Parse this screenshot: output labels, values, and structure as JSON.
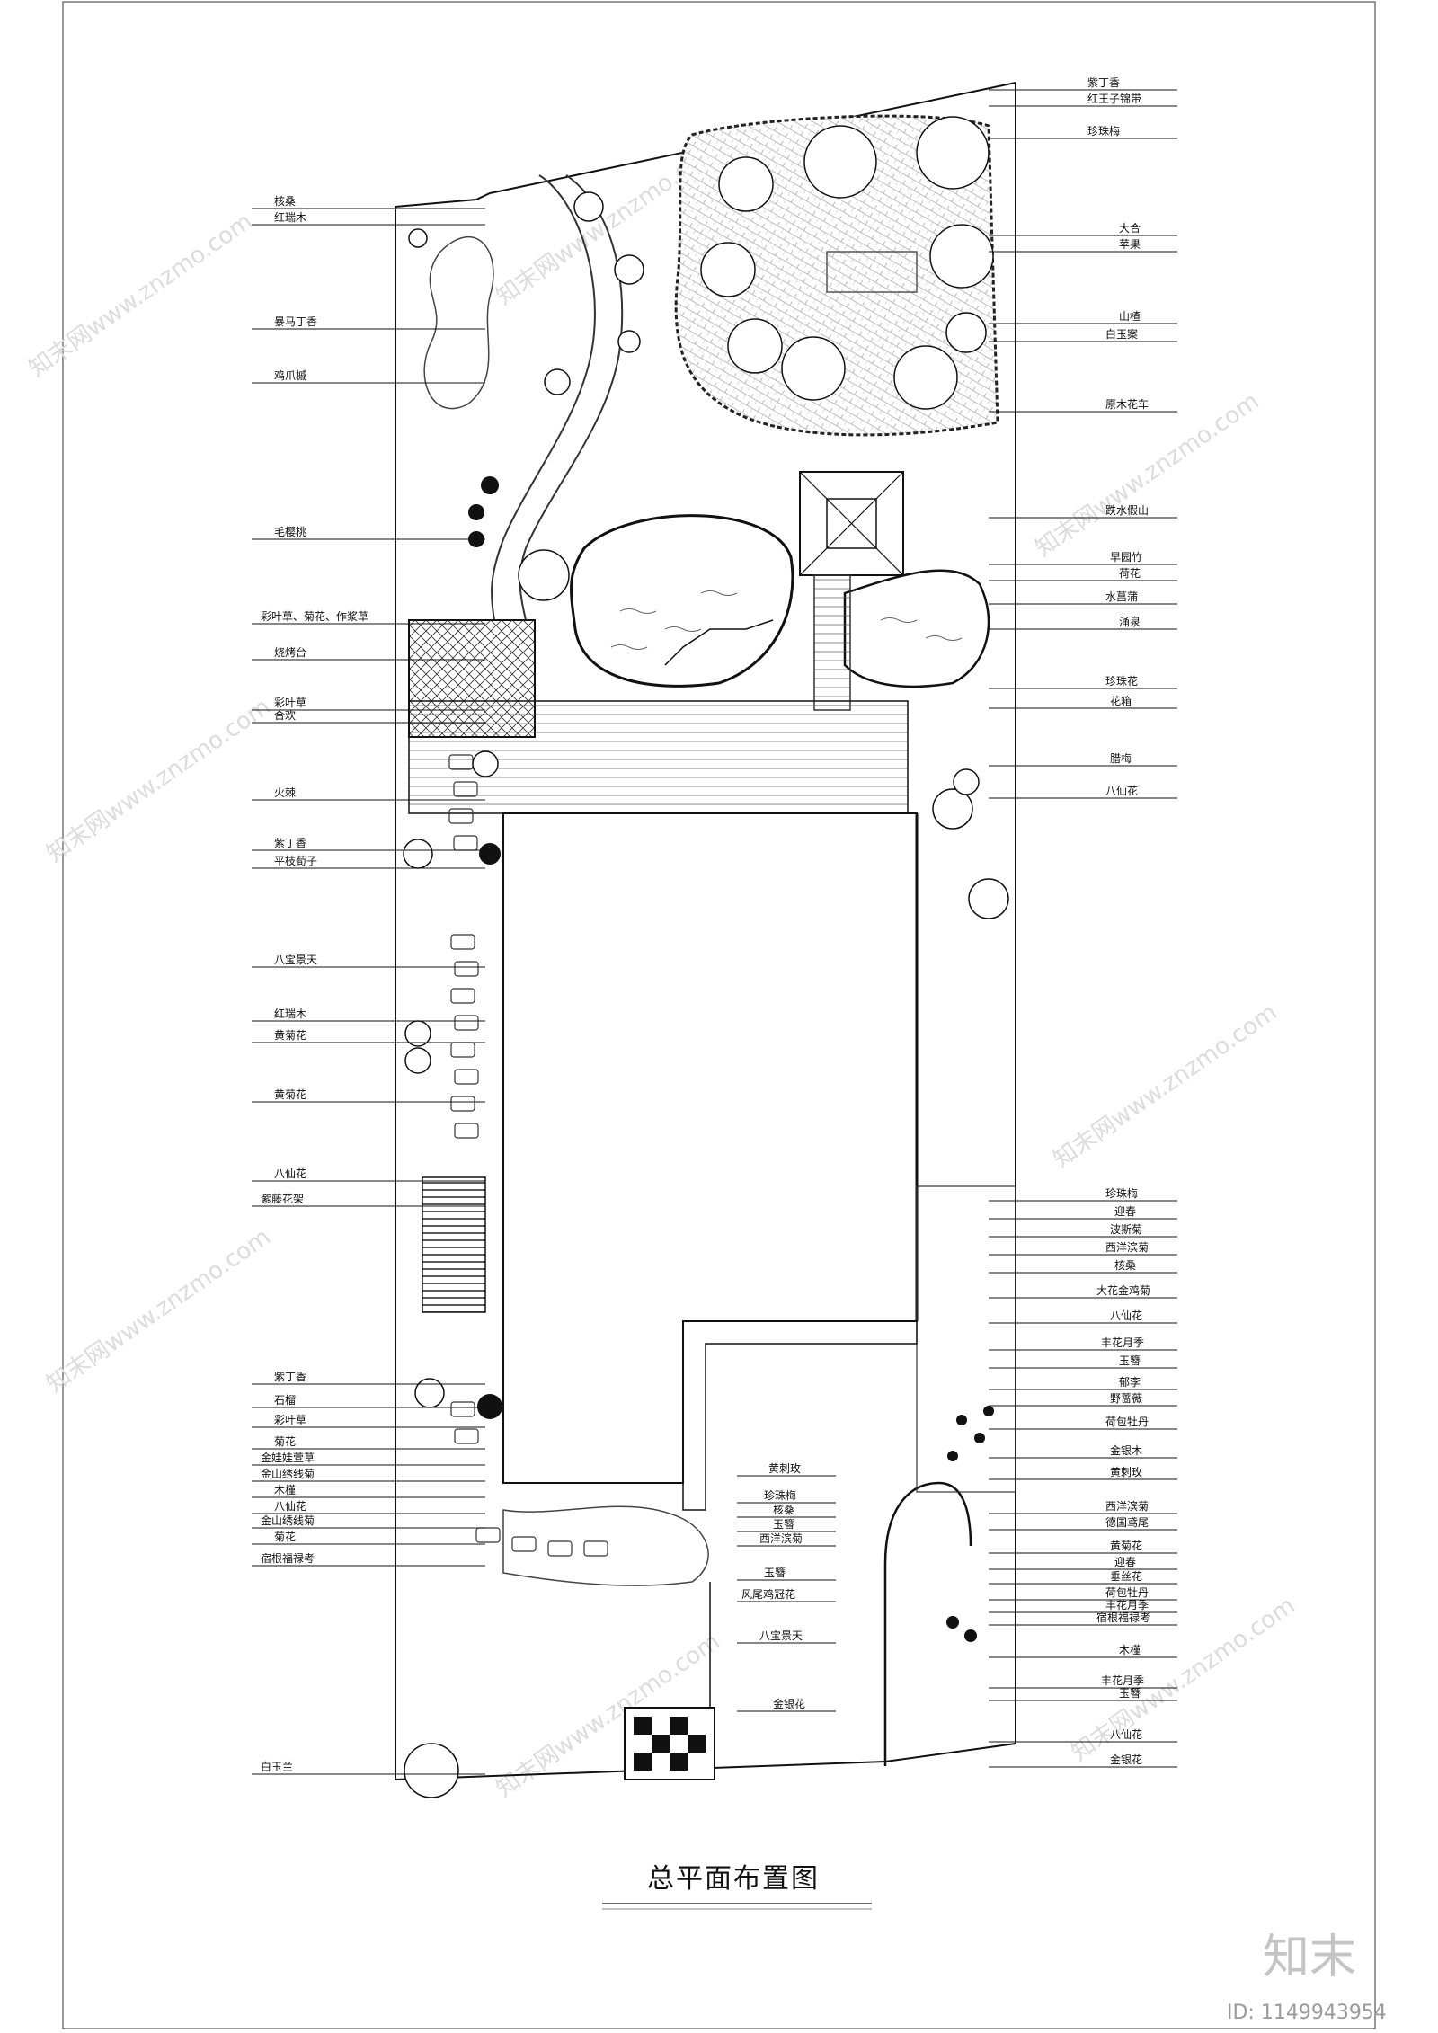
{
  "title": "总平面布置图",
  "id_label": "ID: 1149943954",
  "logo_text": "知末",
  "watermark_text": "知末网www.znzmo.com",
  "labels_left": [
    "核桑",
    "红瑞木",
    "暴马丁香",
    "鸡爪槭",
    "毛樱桃",
    "彩叶草、菊花、作浆草",
    "烧烤台",
    "彩叶草",
    "合欢",
    "火棘",
    "紫丁香",
    "平枝荀子",
    "八宝景天",
    "红瑞木",
    "黄菊花",
    "黄菊花",
    "八仙花",
    "紫藤花架",
    "紫丁香",
    "石榴",
    "彩叶草",
    "菊花",
    "金娃娃萱草",
    "金山绣线菊",
    "木槿",
    "八仙花",
    "金山绣线菊",
    "菊花",
    "宿根福禄考",
    "白玉兰"
  ],
  "labels_right_top": [
    "紫丁香",
    "红王子锦带",
    "珍珠梅",
    "大合",
    "苹果",
    "山楂",
    "白玉案",
    "原木花车",
    "跌水假山",
    "早园竹",
    "荷花",
    "水菖蒲",
    "涌泉",
    "珍珠花",
    "花箱",
    "腊梅",
    "八仙花"
  ],
  "labels_right_bottom": [
    "珍珠梅",
    "迎春",
    "波斯菊",
    "西洋滨菊",
    "核桑",
    "大花金鸡菊",
    "八仙花",
    "丰花月季",
    "玉簪",
    "郁李",
    "野蔷薇",
    "荷包牡丹",
    "金银木",
    "黄刺玫",
    "西洋滨菊",
    "德国鸢尾",
    "黄菊花",
    "迎春",
    "垂丝花",
    "荷包牡丹",
    "丰花月季",
    "宿根福禄考",
    "木槿",
    "丰花月季",
    "玉簪",
    "八仙花",
    "金银花"
  ],
  "labels_center": [
    "黄刺玫",
    "珍珠梅",
    "核桑",
    "玉簪",
    "西洋滨菊",
    "玉簪",
    "风尾鸡冠花",
    "八宝景天",
    "金银花"
  ]
}
